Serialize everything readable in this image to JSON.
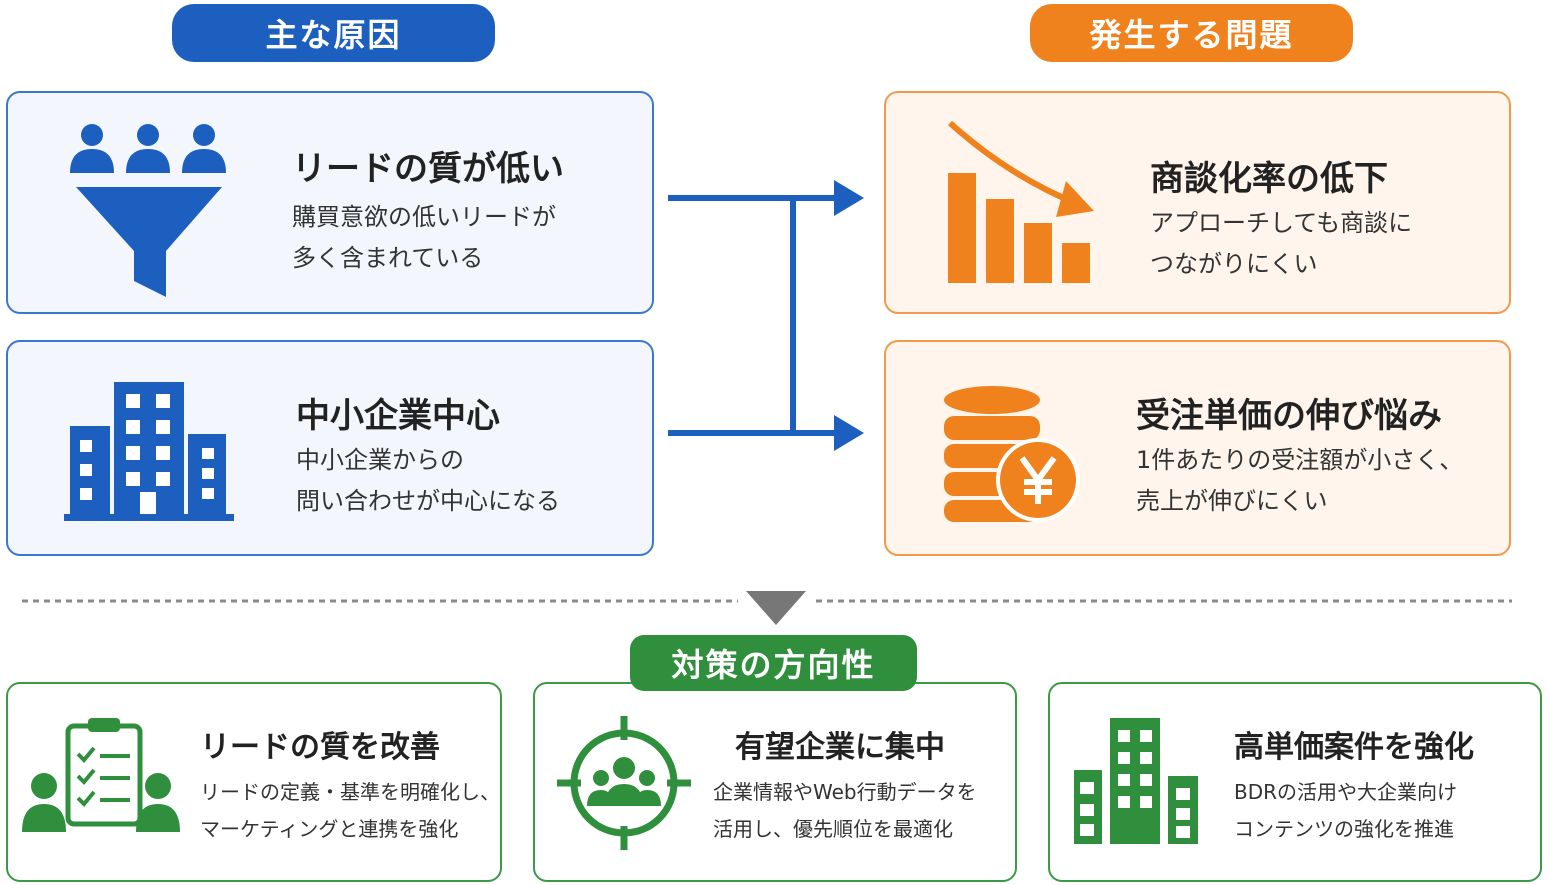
{
  "headers": {
    "causes": "主な原因",
    "problems": "発生する問題",
    "measures": "対策の方向性"
  },
  "causes": [
    {
      "title": "リードの質が低い",
      "desc": "購買意欲の低いリードが\n多く含まれている",
      "icon": "funnel-people-icon"
    },
    {
      "title": "中小企業中心",
      "desc": "中小企業からの\n問い合わせが中心になる",
      "icon": "building-icon"
    }
  ],
  "problems": [
    {
      "title": "商談化率の低下",
      "desc": "アプローチしても商談に\nつながりにくい",
      "icon": "declining-chart-icon"
    },
    {
      "title": "受注単価の伸び悩み",
      "desc": "1件あたりの受注額が小さく、\n売上が伸びにくい",
      "icon": "coins-yen-icon"
    }
  ],
  "measures": [
    {
      "title": "リードの質を改善",
      "desc": "リードの定義・基準を明確化し、\nマーケティングと連携を強化",
      "icon": "checklist-people-icon"
    },
    {
      "title": "有望企業に集中",
      "desc": "企業情報やWeb行動データを\n活用し、優先順位を最適化",
      "icon": "target-group-icon"
    },
    {
      "title": "高単価案件を強化",
      "desc": "BDRの活用や大企業向け\nコンテンツの強化を推進",
      "icon": "office-buildings-icon"
    }
  ],
  "colors": {
    "blue": "#1d5fbf",
    "orange": "#f0821e",
    "green": "#2f8f3d",
    "divider": "#8a8a8a"
  }
}
